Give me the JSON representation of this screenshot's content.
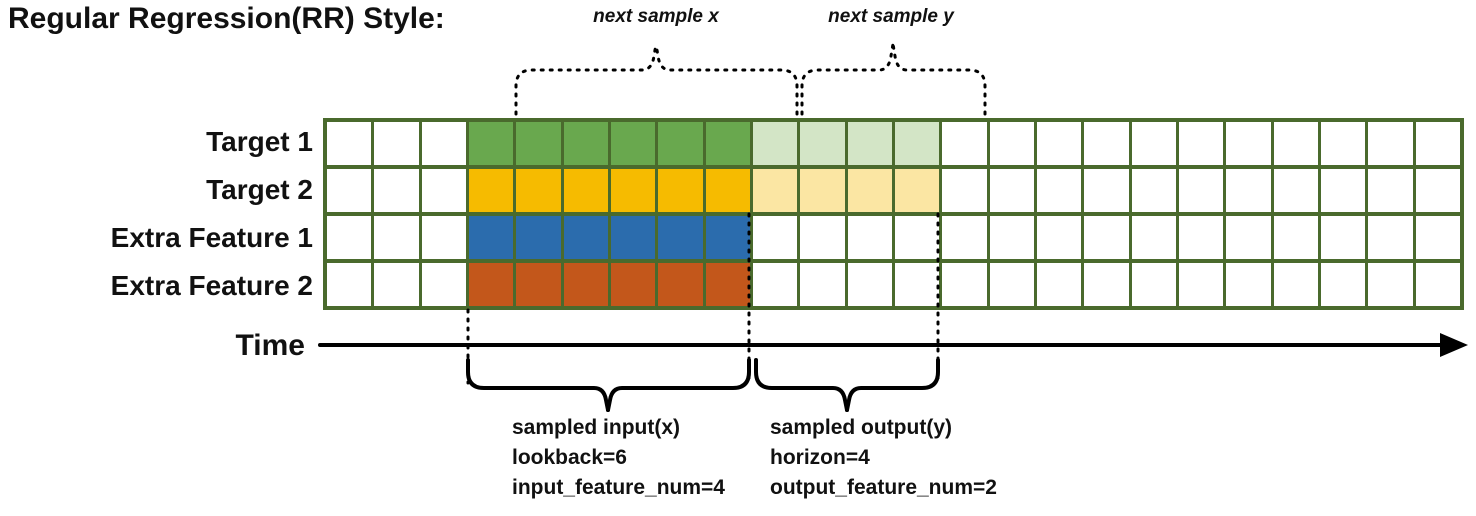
{
  "title": "Regular Regression(RR) Style:",
  "annotations": {
    "next_sample_x": "next sample x",
    "next_sample_y": "next sample y"
  },
  "time_axis": {
    "label": "Time"
  },
  "captions": {
    "input": [
      "sampled input(x)",
      "lookback=6",
      "input_feature_num=4"
    ],
    "output": [
      "sampled output(y)",
      "horizon=4",
      "output_feature_num=2"
    ]
  },
  "grid": {
    "columns": 24,
    "border_color": "#4a6a2d",
    "input_start_col": 3,
    "input_len": 6,
    "output_len": 4,
    "rows": [
      {
        "label": "Target 1",
        "input_color": "#69a84e",
        "output_color": "#d3e5c6",
        "has_output": true
      },
      {
        "label": "Target 2",
        "input_color": "#f6bb00",
        "output_color": "#fbe6a3",
        "has_output": true
      },
      {
        "label": "Extra Feature 1",
        "input_color": "#2b6cad",
        "output_color": null,
        "has_output": false
      },
      {
        "label": "Extra Feature 2",
        "input_color": "#c3571b",
        "output_color": null,
        "has_output": false
      }
    ]
  }
}
